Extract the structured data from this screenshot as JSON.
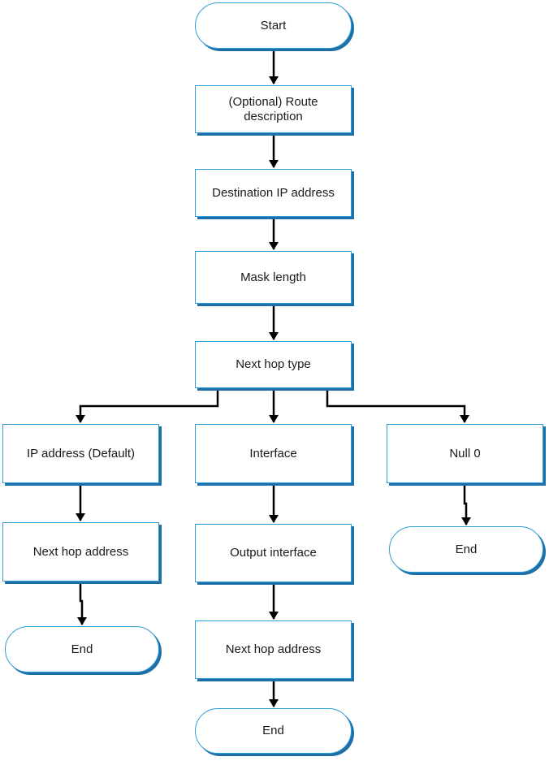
{
  "nodes": {
    "start": "Start",
    "route_description": "(Optional) Route description",
    "destination_ip": "Destination IP address",
    "mask_length": "Mask length",
    "next_hop_type": "Next hop type",
    "ip_address_default": "IP address (Default)",
    "interface": "Interface",
    "null0": "Null 0",
    "next_hop_address_left": "Next hop address",
    "output_interface": "Output interface",
    "next_hop_address_center": "Next hop address",
    "end_left": "End",
    "end_right": "End",
    "end_center": "End"
  },
  "colors": {
    "border": "#2e9bd6",
    "shadow": "#1e6fa8",
    "arrow": "#000000"
  }
}
